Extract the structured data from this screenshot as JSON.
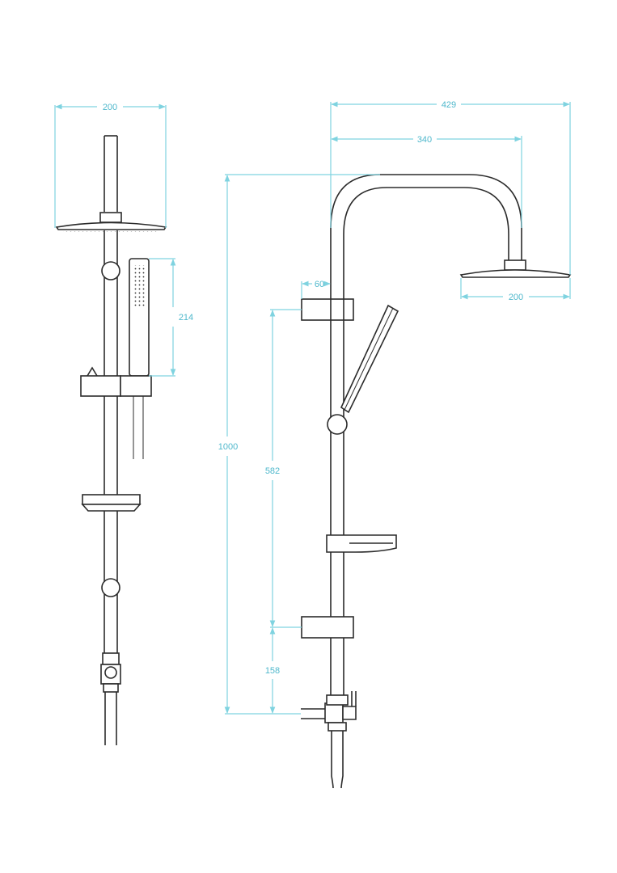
{
  "colors": {
    "outline": "#2b2b2b",
    "dimension": "#7fd3e0",
    "dimension_text": "#4fb8cc",
    "background": "#ffffff"
  },
  "side_view": {
    "head_width": "200",
    "handset_length": "214"
  },
  "front_view": {
    "overall_width": "429",
    "arm_reach": "340",
    "head_width": "200",
    "bracket_offset": "60",
    "overall_height": "1000",
    "bracket_spacing": "582",
    "lower_bracket_height": "158"
  }
}
